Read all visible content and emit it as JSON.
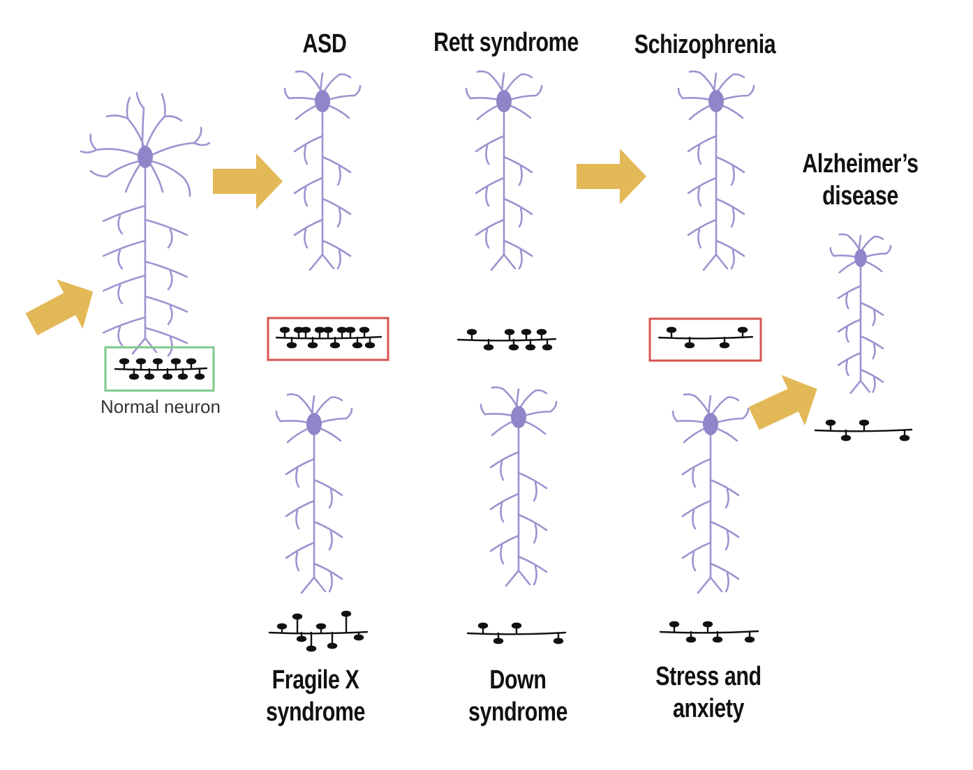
{
  "colors": {
    "neuron": "#9d93d0",
    "soma": "#8f85c8",
    "arrow": "#e3b857",
    "spine_line": "#111111",
    "box_normal": "#7dc98c",
    "box_abnormal": "#d9534f"
  },
  "labels": {
    "asd": "ASD",
    "rett": "Rett syndrome",
    "schizophrenia": "Schizophrenia",
    "alzheimers_line1": "Alzheimer’s",
    "alzheimers_line2": "disease",
    "normal": "Normal neuron",
    "fragile_x_line1": "Fragile X",
    "fragile_x_line2": "syndrome",
    "down_line1": "Down",
    "down_line2": "syndrome",
    "stress_line1": "Stress and",
    "stress_line2": "anxiety"
  },
  "conditions": [
    {
      "id": "normal",
      "spine_density": "high",
      "boxed": "normal"
    },
    {
      "id": "asd",
      "spine_density": "increased",
      "boxed": "abnormal"
    },
    {
      "id": "rett",
      "spine_density": "reduced"
    },
    {
      "id": "schizophrenia",
      "spine_density": "reduced",
      "boxed": "abnormal"
    },
    {
      "id": "alzheimers",
      "spine_density": "reduced"
    },
    {
      "id": "fragile_x",
      "spine_density": "long immature spines"
    },
    {
      "id": "down",
      "spine_density": "reduced"
    },
    {
      "id": "stress",
      "spine_density": "reduced"
    }
  ]
}
